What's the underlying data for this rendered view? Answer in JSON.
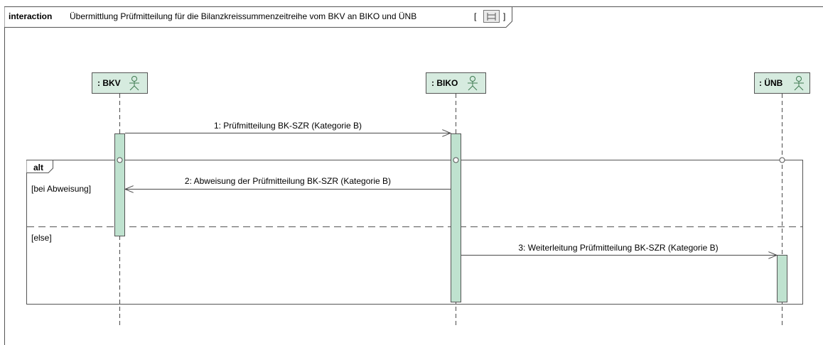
{
  "frame": {
    "keyword": "interaction",
    "title": "Übermittlung Prüfmitteilung für die Bilanzkreissummenzeitreihe vom BKV an BIKO und ÜNB",
    "suffix_open": "[",
    "suffix_close": "]",
    "diagram_icon": "sequence-diagram-icon"
  },
  "lifelines": [
    {
      "label": ": BKV",
      "icon": "actor-icon"
    },
    {
      "label": ": BIKO",
      "icon": "actor-icon"
    },
    {
      "label": ": ÜNB",
      "icon": "actor-icon"
    }
  ],
  "messages": [
    {
      "label": "1: Prüfmitteilung BK-SZR (Kategorie B)"
    },
    {
      "label": "2: Abweisung der Prüfmitteilung BK-SZR (Kategorie B)"
    },
    {
      "label": "3: Weiterleitung Prüfmitteilung BK-SZR (Kategorie B)"
    }
  ],
  "fragment": {
    "operator": "alt",
    "guards": [
      "[bei Abweisung]",
      "[else]"
    ]
  },
  "colors": {
    "lifeline_fill": "#d6ebdf",
    "activation_fill": "#bfe2cf",
    "line": "#4a4a4a"
  }
}
